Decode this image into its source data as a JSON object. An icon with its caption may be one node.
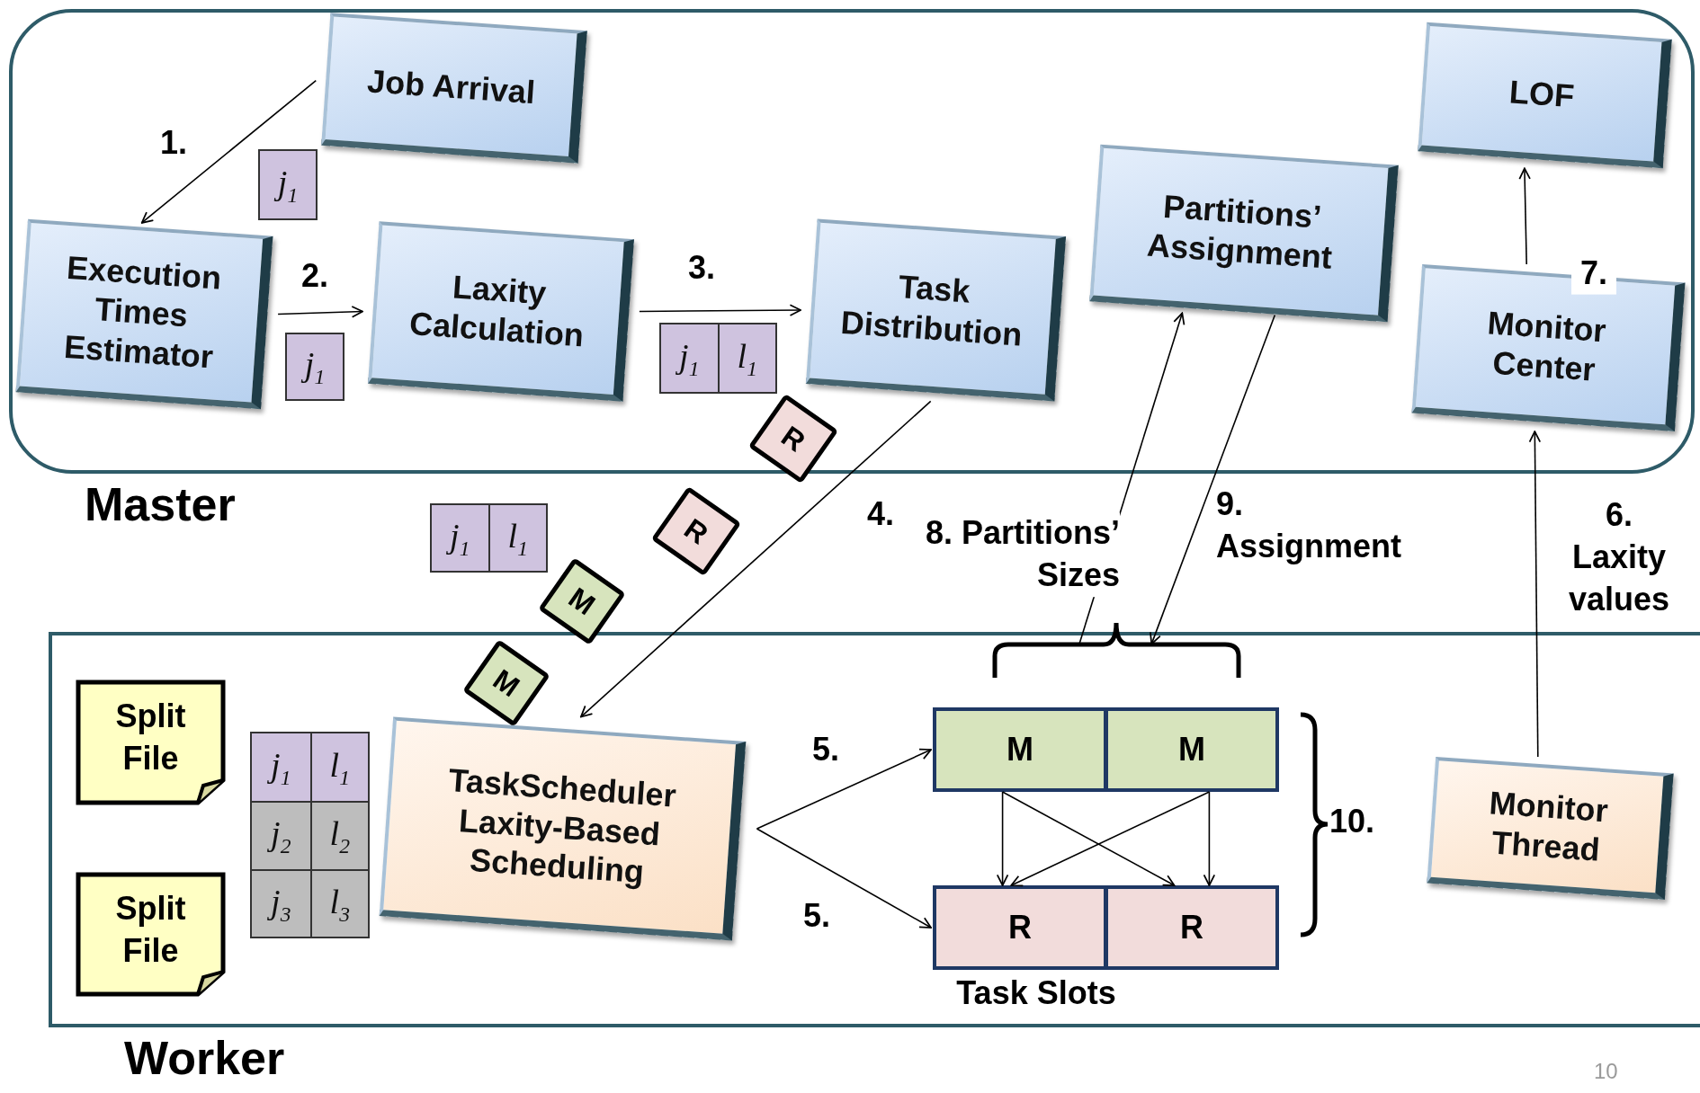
{
  "diagram": {
    "nodes": [
      {
        "text": [
          "Master"
        ]
      },
      {
        "text": [
          "Job Arrival"
        ],
        "in": 0
      },
      {
        "text": [
          "j$_{1}$"
        ],
        "in": 0
      },
      {
        "text": [
          "Execution Times Estimator"
        ],
        "in": 0
      },
      {
        "text": [
          "j$_{1}$"
        ],
        "in": 0
      },
      {
        "text": [
          "Laxity Calculation"
        ],
        "in": 0
      },
      {
        "text": [
          "j$_{1}$",
          "l$_{1}$"
        ],
        "in": 0
      },
      {
        "text": [
          "Task Distribution"
        ],
        "in": 0
      },
      {
        "text": [
          "Partitions’ Assignment"
        ],
        "in": 0
      },
      {
        "text": [
          "LOF"
        ],
        "in": 0
      },
      {
        "text": [
          "Monitor Center"
        ],
        "in": 0
      },
      {
        "text": [
          "R"
        ]
      },
      {
        "text": [
          "R"
        ]
      },
      {
        "text": [
          "j$_{1}$",
          "l$_{1}$"
        ]
      },
      {
        "text": [
          "M"
        ]
      },
      {
        "text": [
          "Worker"
        ]
      },
      {
        "text": [
          "M"
        ],
        "in": 15
      },
      {
        "text": [
          "Split File"
        ],
        "in": 15
      },
      {
        "text": [
          "Split File"
        ],
        "in": 15
      },
      {
        "text": [
          "j$_{1}$",
          "l$_{1}$",
          "j$_{2}$",
          "l$_{2}$",
          "j$_{3}$",
          "l$_{3}$"
        ],
        "in": 15
      },
      {
        "text": [
          "TaskScheduler Laxity-Based Scheduling"
        ],
        "in": 15
      },
      {
        "text": [],
        "shape": "bracket",
        "in": 15
      },
      {
        "text": [
          "M"
        ],
        "in": 15
      },
      {
        "text": [
          "M"
        ],
        "in": 15
      },
      {
        "text": [
          "R"
        ],
        "in": 15
      },
      {
        "text": [
          "R"
        ],
        "in": 15
      },
      {
        "text": [
          "Monitor Thread"
        ],
        "in": 15
      }
    ],
    "edges": [
      {
        "from": 1,
        "to": 3,
        "arrow": "to",
        "label": "1."
      },
      {
        "from": 3,
        "to": 5,
        "arrow": "to",
        "label": "2."
      },
      {
        "from": 5,
        "to": 7,
        "arrow": "to",
        "label": "3."
      },
      {
        "from": 7,
        "to": 20,
        "arrow": "to",
        "label": "4."
      },
      {
        "from": 20,
        "to": 22,
        "arrow": "to",
        "label": "5."
      },
      {
        "from": 20,
        "to": 24,
        "arrow": "to",
        "label": "5."
      },
      {
        "from": 22,
        "to": 24,
        "arrow": "to"
      },
      {
        "from": 22,
        "to": 25,
        "arrow": "to"
      },
      {
        "from": 23,
        "to": 24,
        "arrow": "to"
      },
      {
        "from": 23,
        "to": 25,
        "arrow": "to"
      },
      {
        "from": 21,
        "to": 8,
        "arrow": "to",
        "label": "8. Partitions’ Sizes"
      },
      {
        "from": 8,
        "to": 21,
        "arrow": "to",
        "label": "9. Assignment"
      },
      {
        "from": 26,
        "to": 10,
        "arrow": "to",
        "label": "6. Laxity values"
      },
      {
        "from": 10,
        "to": 9,
        "arrow": "to",
        "label": "7."
      }
    ],
    "labels": [
      "10.",
      "Task Slots",
      "10"
    ]
  }
}
